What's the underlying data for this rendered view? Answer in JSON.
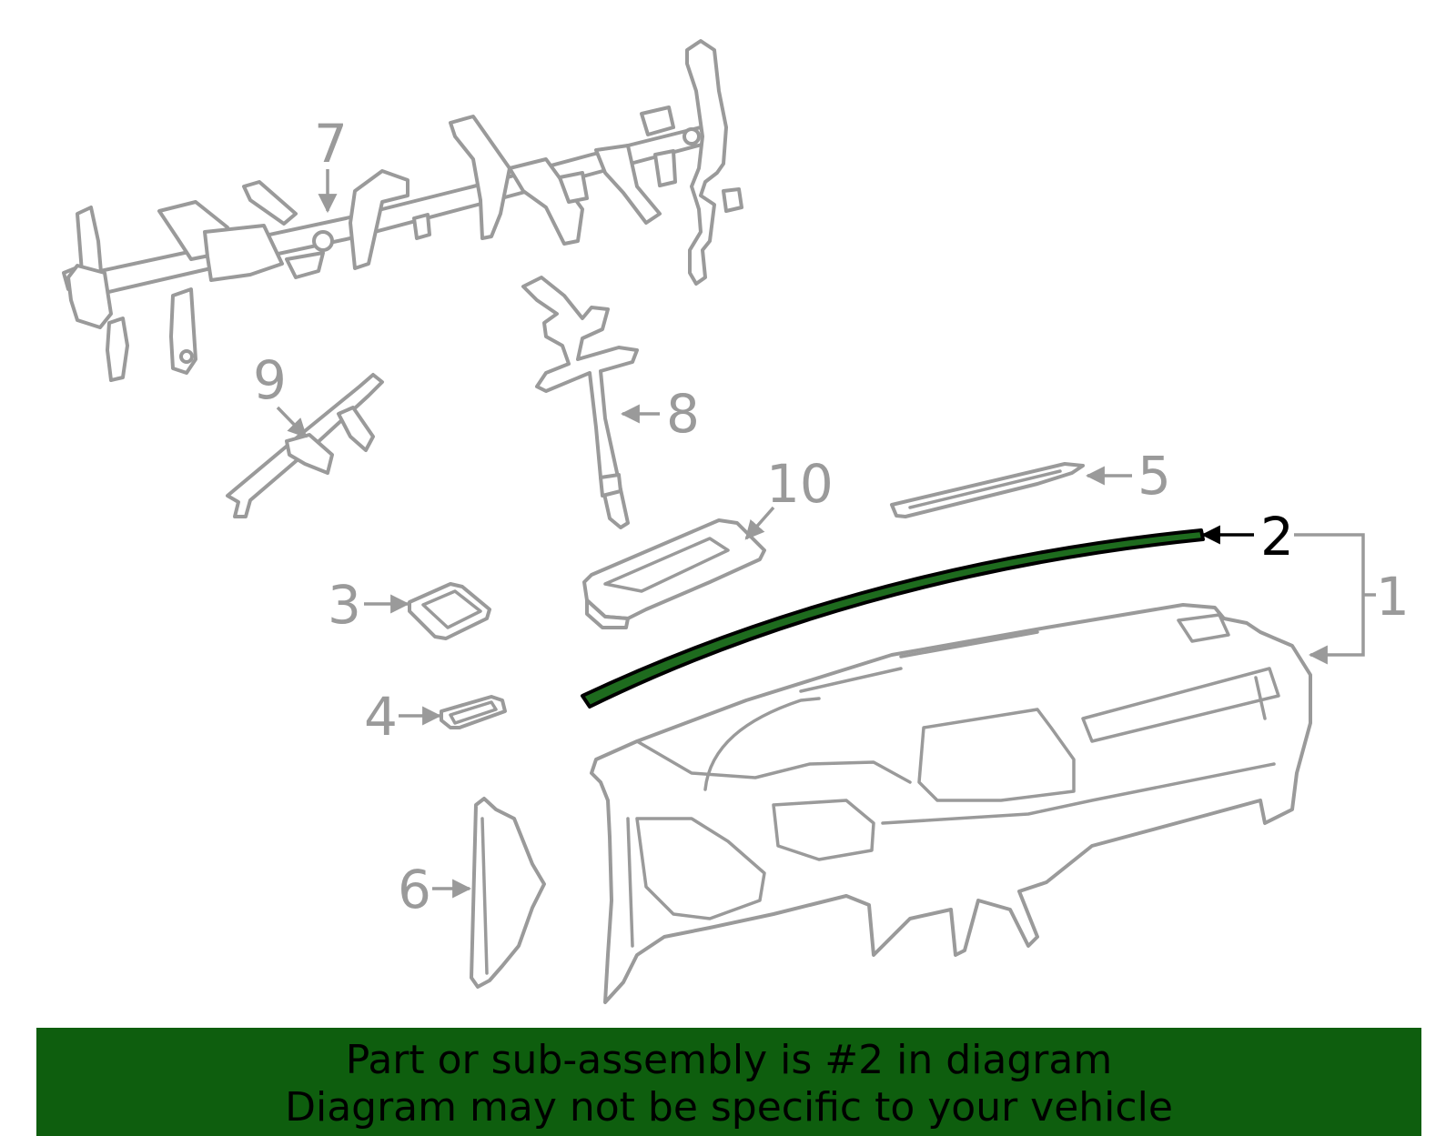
{
  "diagram": {
    "highlight_color": "#1e6b1e",
    "callouts": {
      "c1": "1",
      "c2": "2",
      "c3": "3",
      "c4": "4",
      "c5": "5",
      "c6": "6",
      "c7": "7",
      "c8": "8",
      "c9": "9",
      "c10": "10"
    },
    "highlighted_part": "2"
  },
  "banner": {
    "line1": "Part or sub-assembly is #2 in diagram",
    "line2": "Diagram may not be specific to your vehicle",
    "background": "#0e5e0e"
  }
}
